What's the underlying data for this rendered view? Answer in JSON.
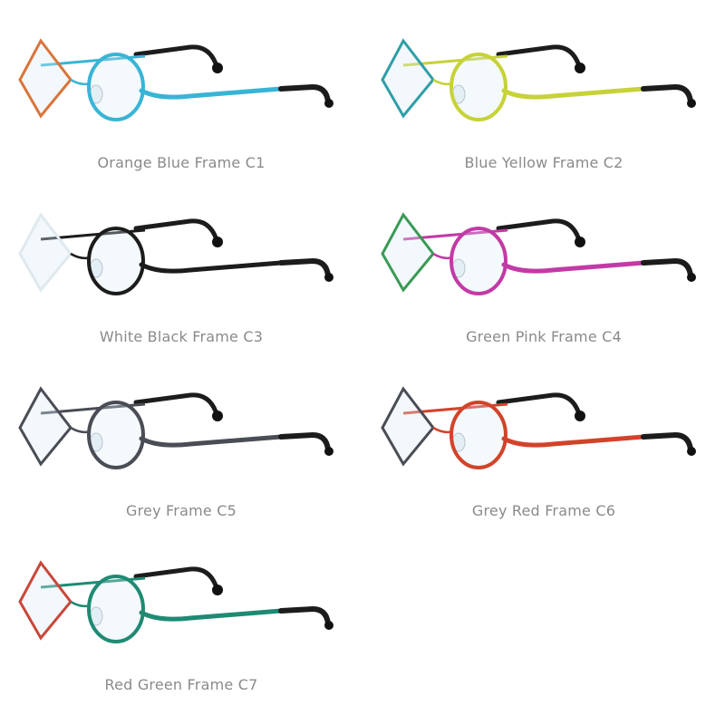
{
  "frames": [
    {
      "label": "Orange Blue Frame C1",
      "diamond_color": "#d9753a",
      "frame_color": "#38b4d6",
      "temple_color": "#38b4d6"
    },
    {
      "label": "Blue Yellow Frame C2",
      "diamond_color": "#2f9ea6",
      "frame_color": "#c6d238",
      "temple_color": "#c6d238"
    },
    {
      "label": "White Black Frame C3",
      "diamond_color": "#dfe9ee",
      "frame_color": "#1c1c1c",
      "temple_color": "#1c1c1c"
    },
    {
      "label": "Green Pink Frame C4",
      "diamond_color": "#3a9a55",
      "frame_color": "#c23aa6",
      "temple_color": "#c23aa6"
    },
    {
      "label": "Grey Frame C5",
      "diamond_color": "#4a4d55",
      "frame_color": "#4a4d55",
      "temple_color": "#4a4d55"
    },
    {
      "label": "Grey Red Frame C6",
      "diamond_color": "#4a4d55",
      "frame_color": "#d2432a",
      "temple_color": "#d2432a"
    },
    {
      "label": "Red Green Frame C7",
      "diamond_color": "#c9473a",
      "frame_color": "#1f8a73",
      "temple_color": "#1f8a73"
    }
  ]
}
